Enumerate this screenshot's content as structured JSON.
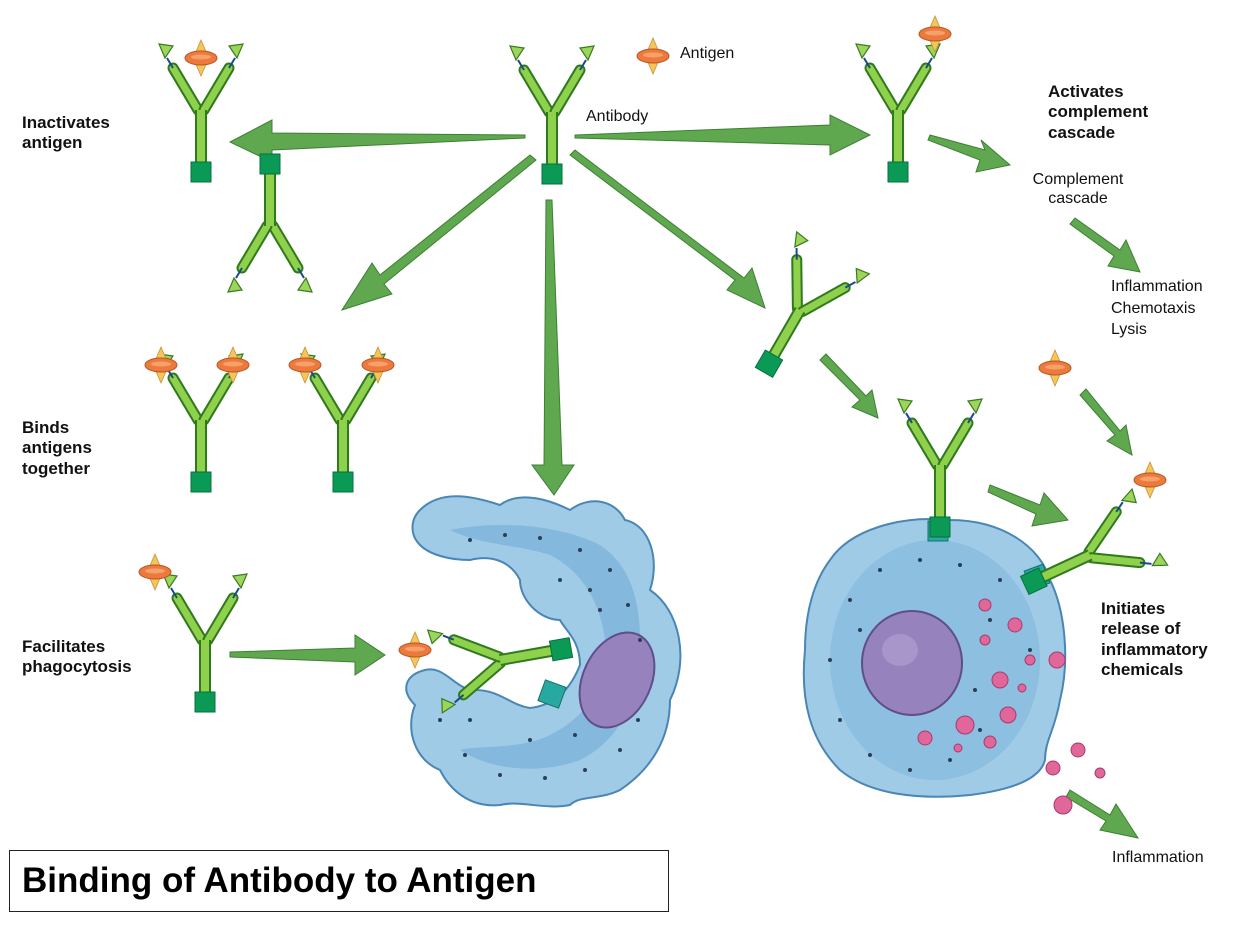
{
  "labels": {
    "antigen": "Antigen",
    "antibody": "Antibody",
    "inactivates": [
      "Inactivates",
      "antigen"
    ],
    "binds": [
      "Binds",
      "antigens",
      "together"
    ],
    "facilitates": [
      "Facilitates",
      "phagocytosis"
    ],
    "activates": [
      "Activates",
      "complement",
      "cascade"
    ],
    "complement": [
      "Complement",
      "cascade"
    ],
    "effects": [
      "Inflammation",
      "Chemotaxis",
      "Lysis"
    ],
    "initiates": [
      "Initiates",
      "release of",
      "inflammatory",
      "chemicals"
    ],
    "inflammation": "Inflammation"
  },
  "title": "Binding of Antibody to Antigen",
  "colors": {
    "antibody": "#7cc243",
    "antibody_dark": "#2f7a1c",
    "base": "#0a9a55",
    "antigen": "#ec7a3c",
    "antigen_spike": "#f4c55a",
    "arrow": "#5fa850",
    "cell": "#9fcbe6",
    "cell_dark": "#5a9cc8",
    "nucleus": "#9682bc",
    "granule": "#e0679a",
    "receptor": "#27a8a0"
  }
}
